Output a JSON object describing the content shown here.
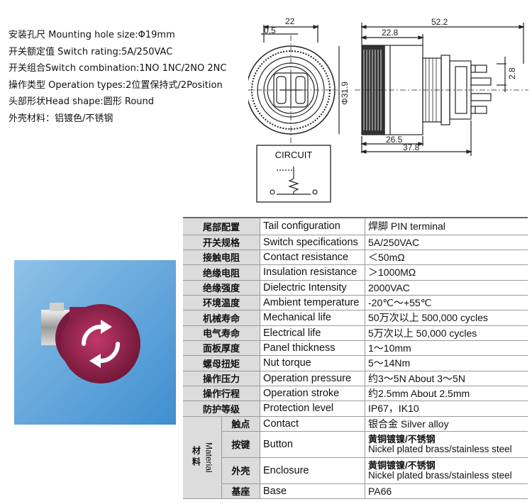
{
  "specs": [
    "安装孔尺 Mounting hole size:Φ19mm",
    "开关额定值 Switch rating:5A/250VAC",
    "开关组合Switch combination:1NO 1NC/2NO 2NC",
    "操作类型 Operation types:2位置保持式/2Position",
    "头部形状Head shape:圆形 Round",
    "外壳材料：铝镀色/不锈钢"
  ],
  "dims": {
    "front_width": "22",
    "front_offset": "0.5",
    "front_diameter": "Φ31.9",
    "side_total": "52.2",
    "side_head": "22.8",
    "side_terminal": "2.8",
    "side_bottom_1": "26.5",
    "side_bottom_2": "37.8"
  },
  "circuit_label": "CIRCUIT",
  "table": [
    {
      "cn": "尾部配置",
      "en": "Tail configuration",
      "val": "焊脚  PIN terminal"
    },
    {
      "cn": "开关规格",
      "en": "Switch specifications",
      "val": "5A/250VAC"
    },
    {
      "cn": "接触电阻",
      "en": "Contact resistance",
      "val": "＜50mΩ"
    },
    {
      "cn": "绝缘电阻",
      "en": "Insulation resistance",
      "val": "＞1000MΩ"
    },
    {
      "cn": "绝缘强度",
      "en": "Dielectric Intensity",
      "val": "2000VAC"
    },
    {
      "cn": "环境温度",
      "en": "Ambient temperature",
      "val": "-20℃～+55℃"
    },
    {
      "cn": "机械寿命",
      "en": "Mechanical life",
      "val": "50万次以上 500,000 cycles"
    },
    {
      "cn": "电气寿命",
      "en": "Electrical life",
      "val": "5万次以上 50,000  cycles"
    },
    {
      "cn": "面板厚度",
      "en": "Panel thickness",
      "val": "1～10mm"
    },
    {
      "cn": "螺母扭矩",
      "en": "Nut torque",
      "val": "5～14Nm"
    },
    {
      "cn": "操作压力",
      "en": "Operation pressure",
      "val": "约3～5N About 3～5N"
    },
    {
      "cn": "操作行程",
      "en": "Operation stroke",
      "val": "约2.5mm About 2.5mm"
    },
    {
      "cn": "防护等级",
      "en": "Protection level",
      "val": "IP67，IK10"
    }
  ],
  "material": {
    "group_cn": "材料",
    "group_en": "Material",
    "rows": [
      {
        "cn": "触点",
        "en": "Contact",
        "val1": "银合金 Silver alloy",
        "val2": ""
      },
      {
        "cn": "按键",
        "en": "Button",
        "val1": "黄铜镀镍/不锈钢",
        "val2": "Nickel plated brass/stainless steel"
      },
      {
        "cn": "外壳",
        "en": "Enclosure",
        "val1": "黄铜镀镍/不锈钢",
        "val2": "Nickel plated brass/stainless steel"
      },
      {
        "cn": "基座",
        "en": "Base",
        "val1": "PA66",
        "val2": ""
      }
    ]
  }
}
